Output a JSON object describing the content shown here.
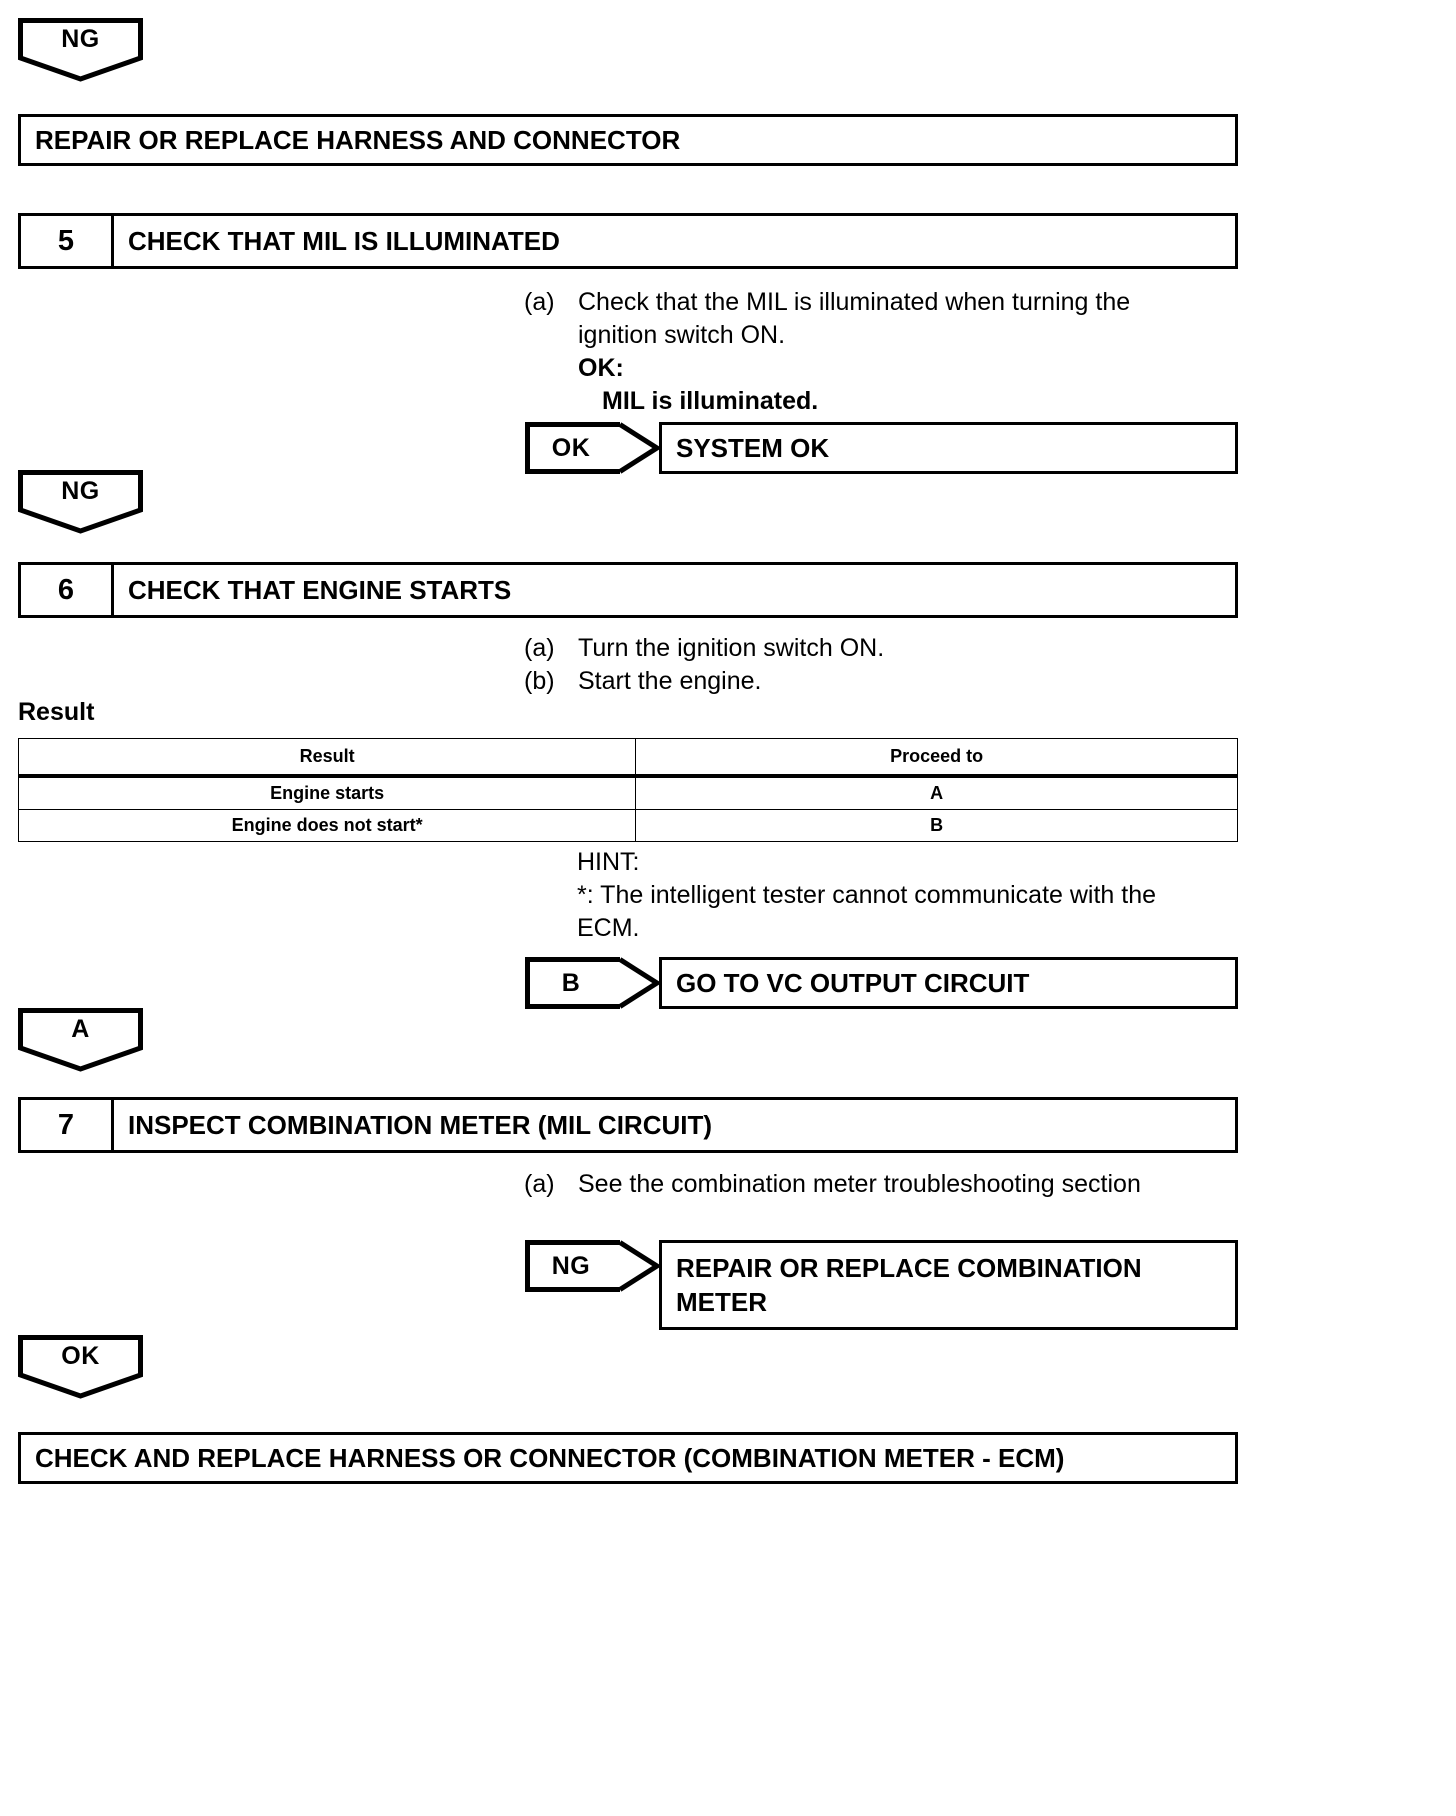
{
  "document": {
    "type": "troubleshooting-flowchart",
    "title": "MIL Circuit Diagnostic Flowchart"
  },
  "nodes": {
    "ng_tag_top": {
      "label": "NG"
    },
    "repair_harness_box": {
      "label": "REPAIR OR REPLACE HARNESS AND CONNECTOR"
    },
    "step5": {
      "number": "5",
      "title": "CHECK THAT MIL IS ILLUMINATED",
      "procedures": [
        {
          "mark": "(a)",
          "line1": "Check that the MIL is illuminated when turning the",
          "line2": "ignition switch ON."
        }
      ],
      "ok_label": "OK:",
      "ok_condition": "MIL is illuminated.",
      "branch": {
        "tag": "OK",
        "target": "SYSTEM OK"
      }
    },
    "ng_tag_mid": {
      "label": "NG"
    },
    "step6": {
      "number": "6",
      "title": "CHECK THAT ENGINE STARTS",
      "procedures": [
        {
          "mark": "(a)",
          "line1": "Turn the ignition switch ON."
        },
        {
          "mark": "(b)",
          "line1": "Start the engine."
        }
      ],
      "result_caption": "Result",
      "table": {
        "headers": [
          "Result",
          "Proceed to"
        ],
        "rows": [
          [
            "Engine starts",
            "A"
          ],
          [
            "Engine does not start*",
            "B"
          ]
        ]
      },
      "hint": {
        "label": "HINT:",
        "line1": "*: The intelligent tester cannot communicate with the",
        "line2": "ECM."
      },
      "branch": {
        "tag": "B",
        "target": "GO TO VC OUTPUT CIRCUIT"
      }
    },
    "a_tag": {
      "label": "A"
    },
    "step7": {
      "number": "7",
      "title": "INSPECT COMBINATION METER (MIL CIRCUIT)",
      "procedures": [
        {
          "mark": "(a)",
          "line1": "See the combination meter troubleshooting section"
        }
      ],
      "branch": {
        "tag": "NG",
        "target_line1": "REPAIR OR REPLACE COMBINATION",
        "target_line2": "METER"
      }
    },
    "ok_tag_bottom": {
      "label": "OK"
    },
    "final_box": {
      "label": "CHECK AND REPLACE HARNESS OR CONNECTOR (COMBINATION METER - ECM)"
    }
  },
  "colors": {
    "stroke": "#000000",
    "background": "#ffffff"
  }
}
